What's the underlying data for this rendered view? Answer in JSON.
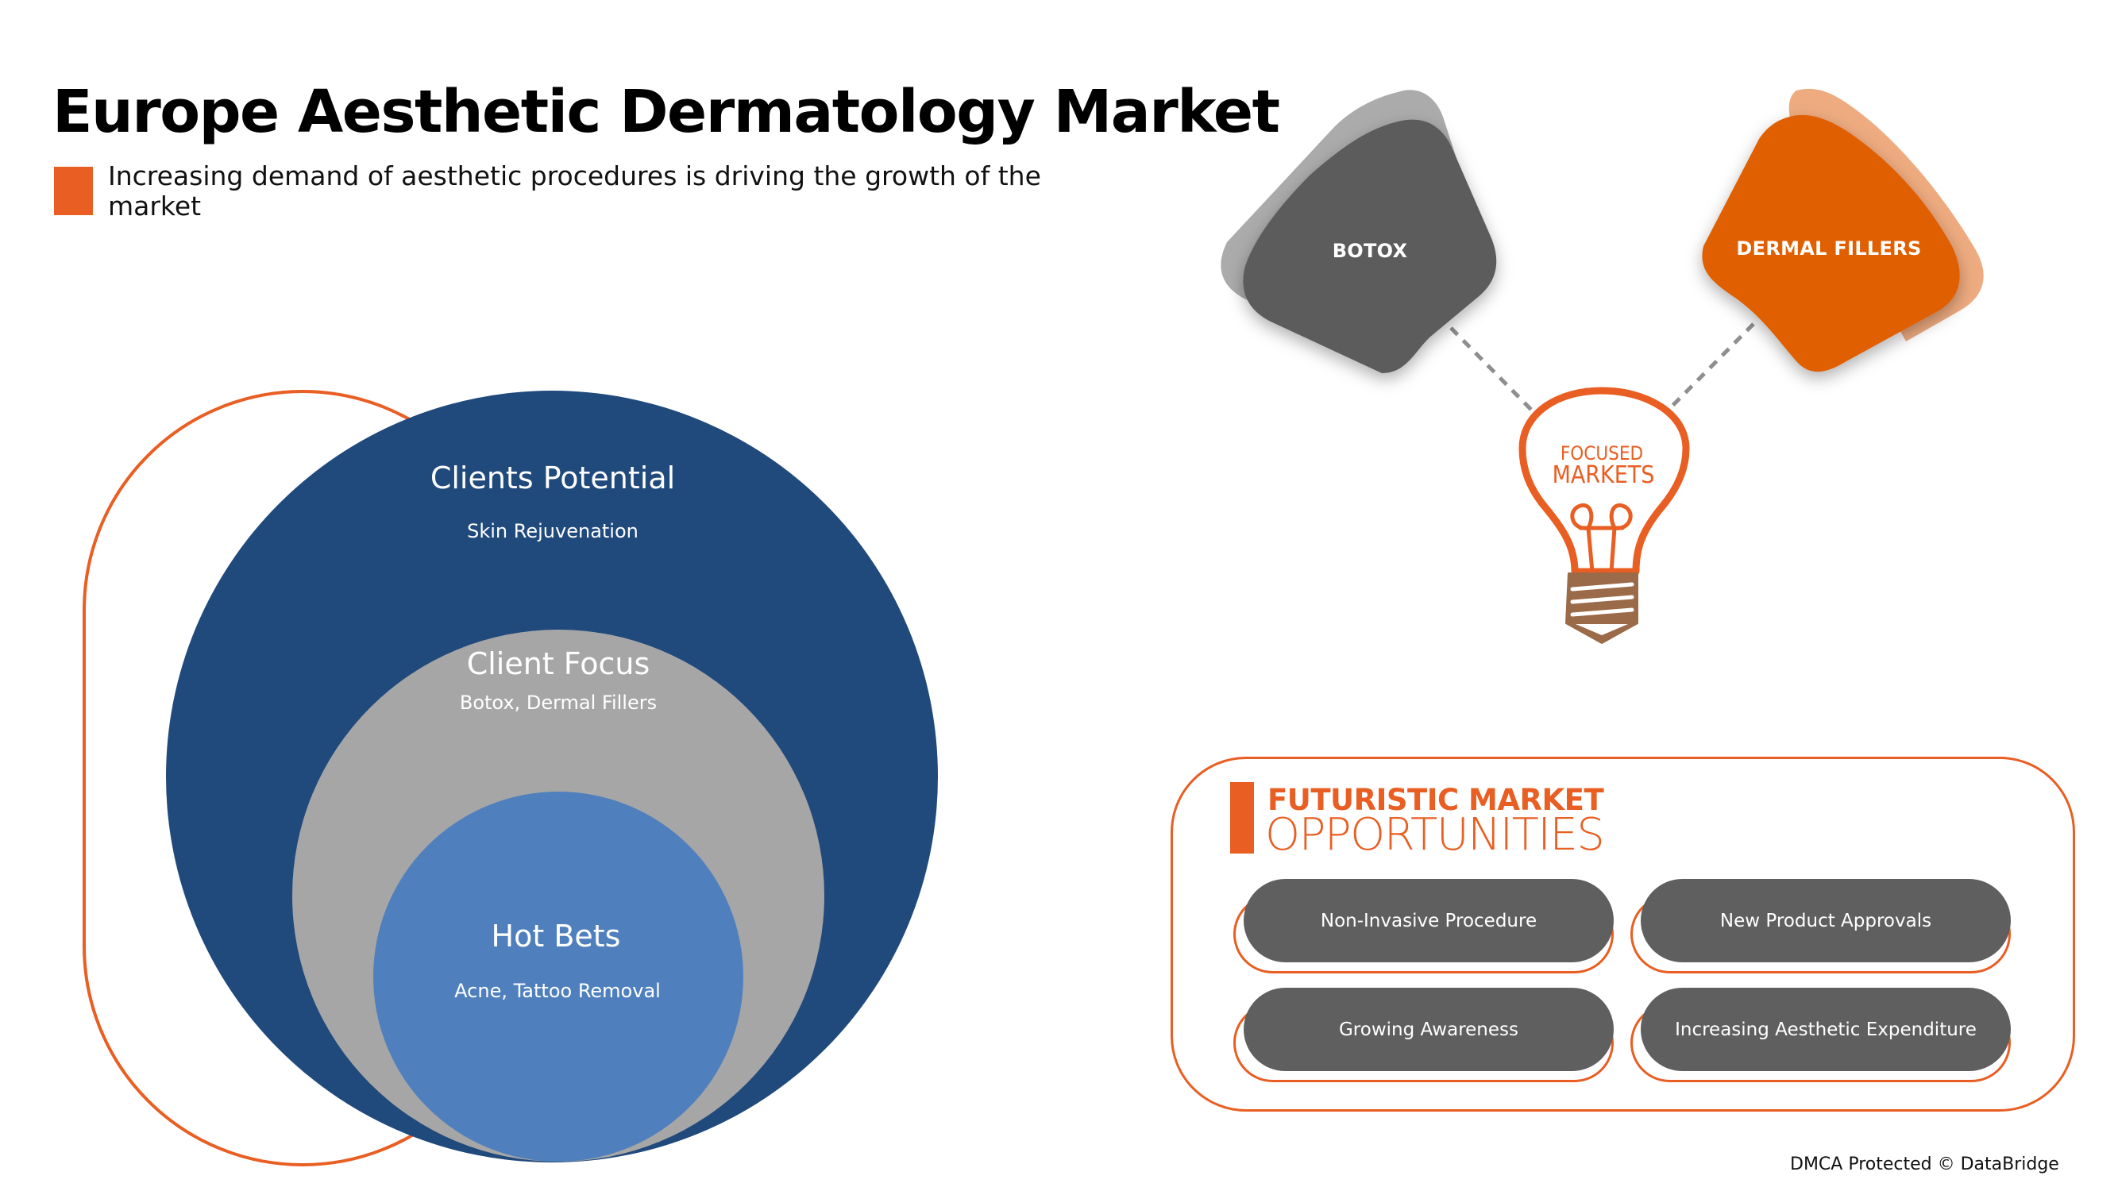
{
  "header": {
    "title": "Europe Aesthetic Dermatology Market",
    "subtitle": "Increasing demand of aesthetic procedures is driving the growth of the market"
  },
  "concentric_circles": [
    {
      "heading": "Clients Potential",
      "detail": "Skin Rejuvenation",
      "color": "#20497c"
    },
    {
      "heading": "Client Focus",
      "detail": "Botox, Dermal Fillers",
      "color": "#a6a6a6"
    },
    {
      "heading": "Hot Bets",
      "detail": "Acne, Tattoo Removal",
      "color": "#4f80bd"
    }
  ],
  "focused_markets": {
    "bulb_line_1": "FOCUSED",
    "bulb_line_2": "MARKETS",
    "segments": [
      {
        "label": "BOTOX",
        "color": "#5b5b5b",
        "shadow_color": "#ababab"
      },
      {
        "label": "DERMAL FILLERS",
        "color": "#e05e03",
        "shadow_color": "#eeab80"
      }
    ]
  },
  "opportunities": {
    "title_line_1": "FUTURISTIC MARKET",
    "title_line_2": "OPPORTUNITIES",
    "items": [
      "Non-Invasive Procedure",
      "New Product Approvals",
      "Growing Awareness",
      "Increasing Aesthetic Expenditure"
    ]
  },
  "footer": {
    "text": "DMCA Protected © DataBridge"
  },
  "colors": {
    "accent_orange": "#e95e22",
    "pill_gray": "#5f5f5f",
    "bulb_base_brown": "#9b6a48",
    "dash_gray": "#8e8e8e"
  }
}
